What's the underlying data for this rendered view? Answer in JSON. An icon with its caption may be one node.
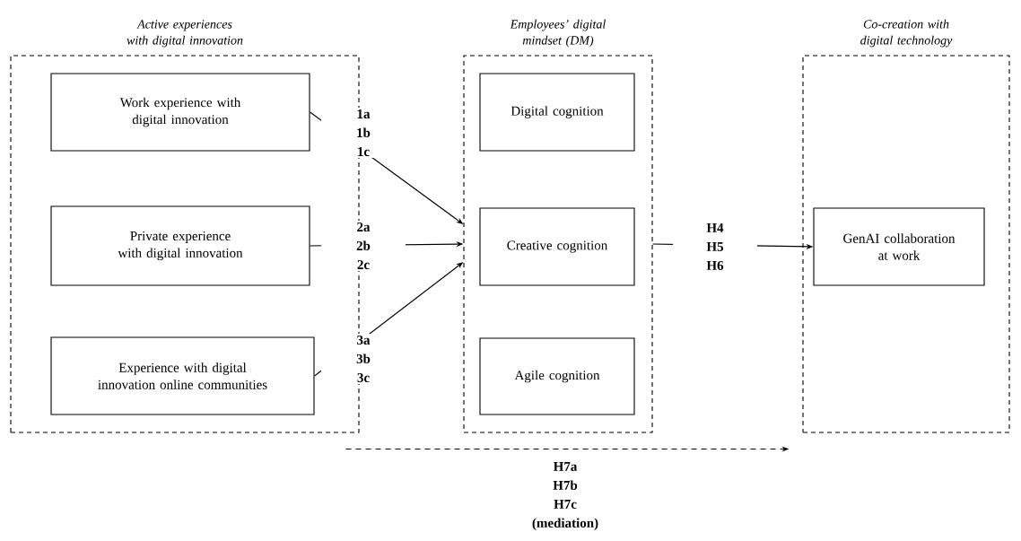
{
  "diagram": {
    "nodes": [
      {
        "text": [
          "Active experiences with digital innovation"
        ]
      },
      {
        "text": [
          "Work experience with digital innovation"
        ],
        "in": 0
      },
      {
        "text": [
          "Private experience with digital innovation"
        ],
        "in": 0
      },
      {
        "text": [
          "Experience with digital innovation online communities"
        ],
        "in": 0
      },
      {
        "text": [
          "Employees’ digital mindset (DM)"
        ]
      },
      {
        "text": [
          "Digital cognition"
        ],
        "in": 4
      },
      {
        "text": [
          "Creative cognition"
        ],
        "in": 4
      },
      {
        "text": [
          "Agile cognition"
        ],
        "in": 4
      },
      {
        "text": [
          "Co-creation with digital technology"
        ]
      },
      {
        "text": [
          "GenAI collaboration at work"
        ],
        "in": 8
      }
    ],
    "edges": [
      {
        "from": 1,
        "to": 4,
        "arrow": "to",
        "label": "1a 1b 1c"
      },
      {
        "from": 2,
        "to": 4,
        "arrow": "to",
        "label": "2a 2b 2c"
      },
      {
        "from": 3,
        "to": 4,
        "arrow": "to",
        "label": "3a 3b 3c"
      },
      {
        "from": 4,
        "to": 9,
        "arrow": "to",
        "label": "H4 H5 H6"
      },
      {
        "from": 0,
        "to": 8,
        "arrow": "to",
        "style": "dashed",
        "label": "H7a H7b H7c (mediation)"
      }
    ]
  }
}
